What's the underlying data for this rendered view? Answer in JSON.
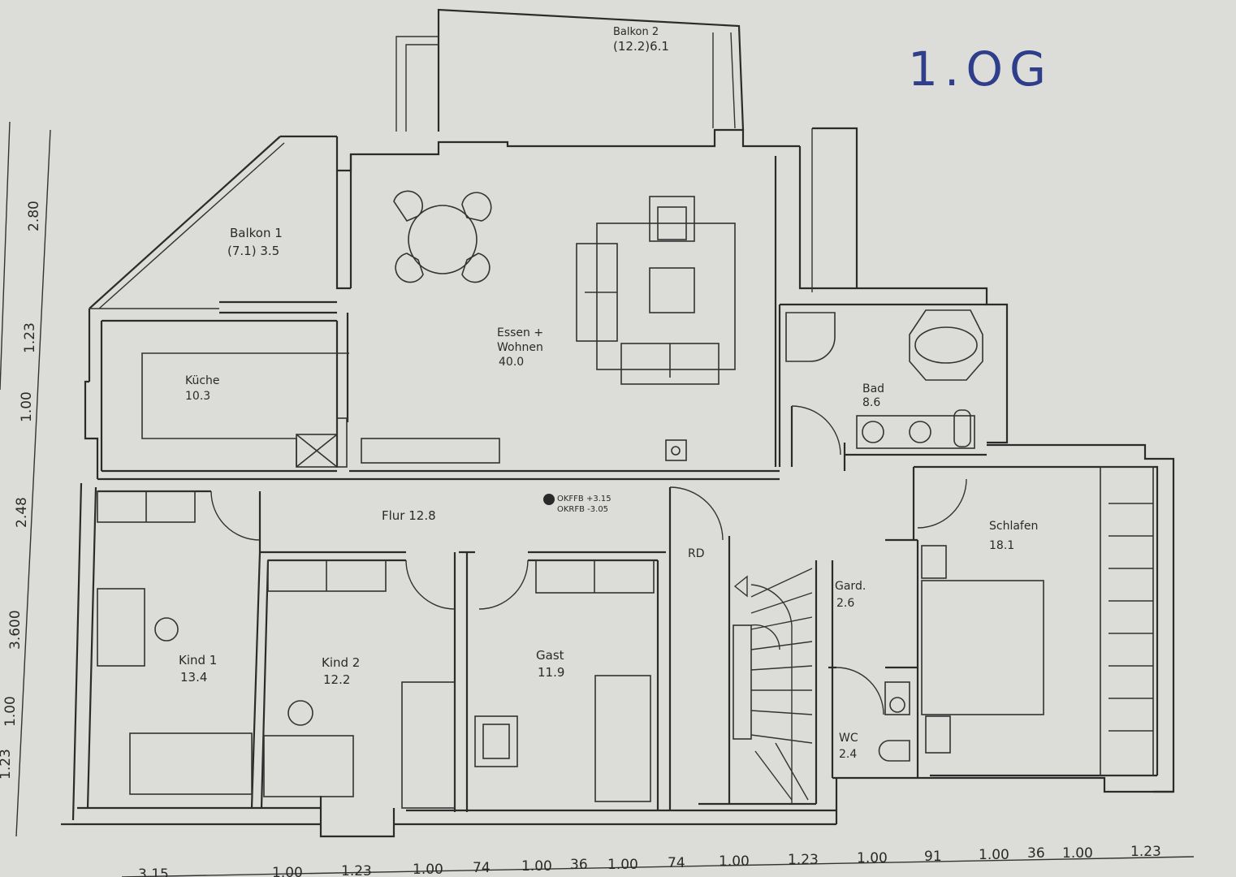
{
  "plan": {
    "floor_label": "1.OG",
    "level_marks": {
      "okffb": "OKFFB +3.15",
      "okrfb": "OKRFB -3.05"
    },
    "rooms": {
      "balkon2": {
        "name": "Balkon 2",
        "area": "(12.2)6.1"
      },
      "balkon1": {
        "name": "Balkon 1",
        "area": "(7.1) 3.5"
      },
      "essen_line1": "Essen +",
      "essen_line2": "Wohnen",
      "essen_area": "40.0",
      "kueche": {
        "name": "Küche",
        "area": "10.3"
      },
      "bad": {
        "name": "Bad",
        "area": "8.6"
      },
      "flur": "Flur 12.8",
      "rd": "RD",
      "schlafen": {
        "name": "Schlafen",
        "area": "18.1"
      },
      "gard": {
        "name": "Gard.",
        "area": "2.6"
      },
      "wc": {
        "name": "WC",
        "area": "2.4"
      },
      "kind1": {
        "name": "Kind 1",
        "area": "13.4"
      },
      "kind2": {
        "name": "Kind 2",
        "area": "12.2"
      },
      "gast": {
        "name": "Gast",
        "area": "11.9"
      }
    },
    "dims_left": [
      "2.80",
      "1.23",
      "1.00",
      "2.48",
      "3.600",
      "1.00",
      "1.23"
    ],
    "dims_bottom": [
      "3.15",
      "1.00",
      "1.23",
      "1.00",
      "74",
      "1.00",
      "36",
      "1.00",
      "74",
      "1.00",
      "1.23",
      "1.00",
      "91",
      "1.00",
      "36",
      "1.00",
      "1.23"
    ]
  }
}
